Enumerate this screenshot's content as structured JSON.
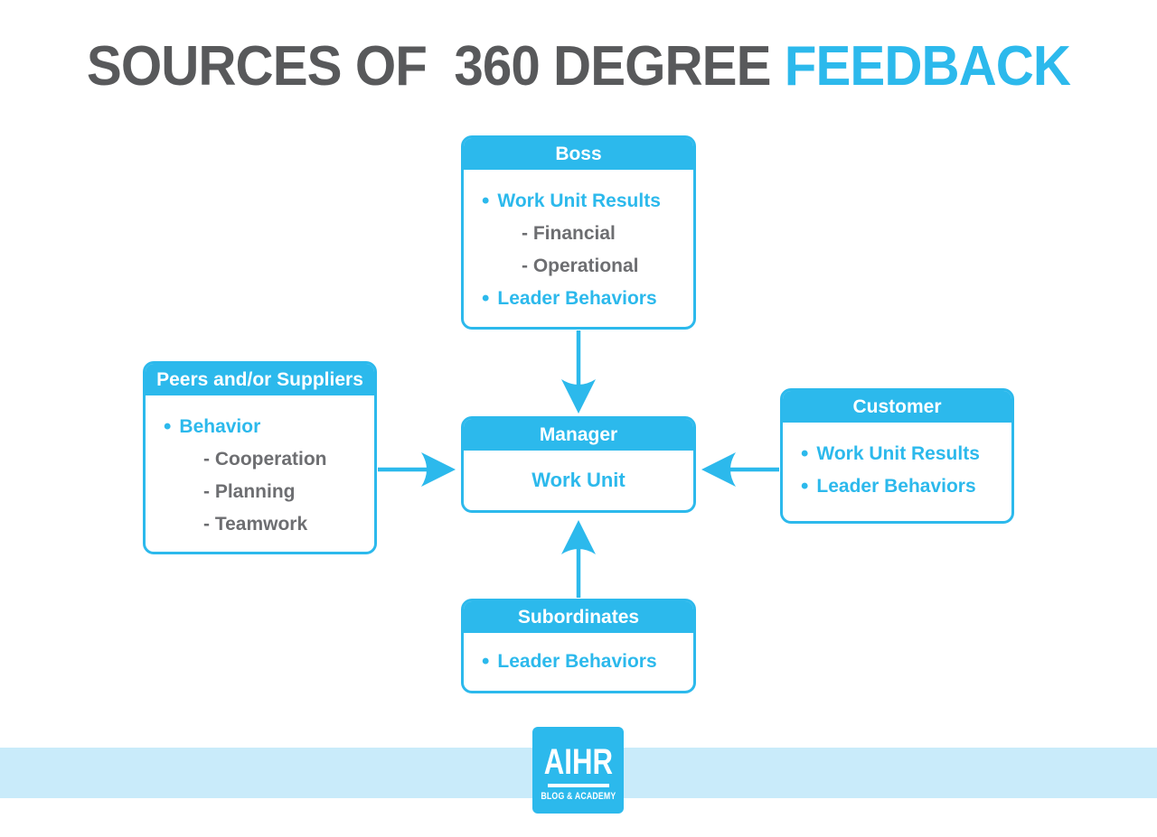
{
  "title": {
    "part1": "SOURCES OF  360 DEGREE ",
    "part2": "FEEDBACK"
  },
  "colors": {
    "accent": "#2cb9ec",
    "band": "#c9ebfa",
    "title_gray": "#58595b",
    "item_gray": "#6d6e71"
  },
  "bullet_glyph": "•",
  "boxes": {
    "boss": {
      "header": "Boss",
      "items": [
        {
          "style": "bullet",
          "text": "Work Unit Results"
        },
        {
          "style": "sub",
          "text": "- Financial"
        },
        {
          "style": "sub",
          "text": "- Operational"
        },
        {
          "style": "bullet",
          "text": "Leader Behaviors"
        }
      ]
    },
    "peers": {
      "header": "Peers and/or Suppliers",
      "items": [
        {
          "style": "bullet",
          "text": "Behavior"
        },
        {
          "style": "sub",
          "text": "- Cooperation"
        },
        {
          "style": "sub",
          "text": "- Planning"
        },
        {
          "style": "sub",
          "text": "- Teamwork"
        }
      ]
    },
    "customer": {
      "header": "Customer",
      "items": [
        {
          "style": "bullet",
          "text": "Work Unit Results"
        },
        {
          "style": "bullet",
          "text": "Leader Behaviors"
        }
      ]
    },
    "manager": {
      "header": "Manager",
      "body": "Work Unit"
    },
    "subordinates": {
      "header": "Subordinates",
      "items": [
        {
          "style": "bullet",
          "text": "Leader Behaviors"
        }
      ]
    }
  },
  "logo": {
    "wordmark": "AIHR",
    "tagline": "BLOG & ACADEMY"
  }
}
